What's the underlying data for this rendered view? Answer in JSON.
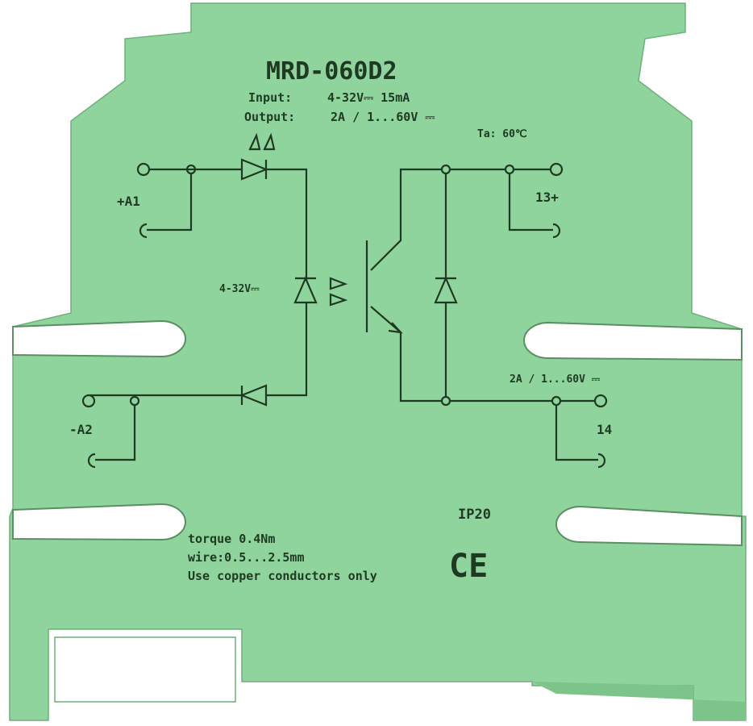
{
  "product": {
    "model": "MRD-060D2",
    "input_label": "Input:",
    "input_value": "4-32V⎓ 15mA",
    "output_label": "Output:",
    "output_value": "2A / 1...60V ⎓",
    "ambient": "Ta: 60℃",
    "terminal_a1": "+A1",
    "terminal_a2": "-A2",
    "terminal_13": "13+",
    "terminal_14": "14",
    "input_diode_label": "4-32V⎓",
    "output_rating_label": "2A / 1...60V ⎓",
    "ip_rating": "IP20",
    "ce_mark": "CE",
    "notes": [
      "torque 0.4Nm",
      "wire:0.5...2.5mm",
      "Use copper conductors only"
    ]
  },
  "colors": {
    "housing": "#8fd49c",
    "housing_shade": "#7cc48a",
    "print": "#1f3a22"
  }
}
